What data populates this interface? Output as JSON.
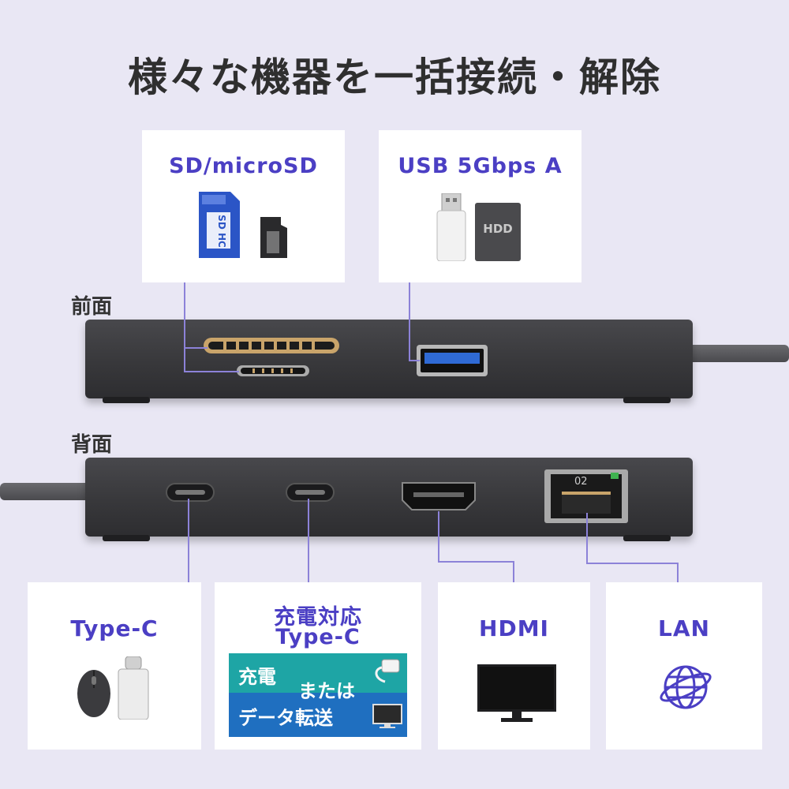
{
  "title": "様々な機器を一括接続・解除",
  "front": {
    "label": "前面",
    "sd_card": {
      "label": "SD/microSD",
      "sd_icon_text": "SD HC"
    },
    "usb_card": {
      "label": "USB 5Gbps A",
      "hdd_text": "HDD"
    }
  },
  "back": {
    "label": "背面",
    "port_number": "02",
    "typec_card": {
      "label": "Type-C"
    },
    "charge_card": {
      "label_line1": "充電対応",
      "label_line2": "Type-C",
      "panel_top": "充電",
      "panel_or": "または",
      "panel_bottom": "データ転送"
    },
    "hdmi_card": {
      "label": "HDMI"
    },
    "lan_card": {
      "label": "LAN"
    }
  },
  "colors": {
    "background": "#e9e7f4",
    "accent": "#4b3fc4",
    "connector_line": "#8c82d8",
    "device": "#3a3a3d",
    "panel_teal": "#1ea5a5",
    "panel_blue": "#1f6fc0"
  }
}
